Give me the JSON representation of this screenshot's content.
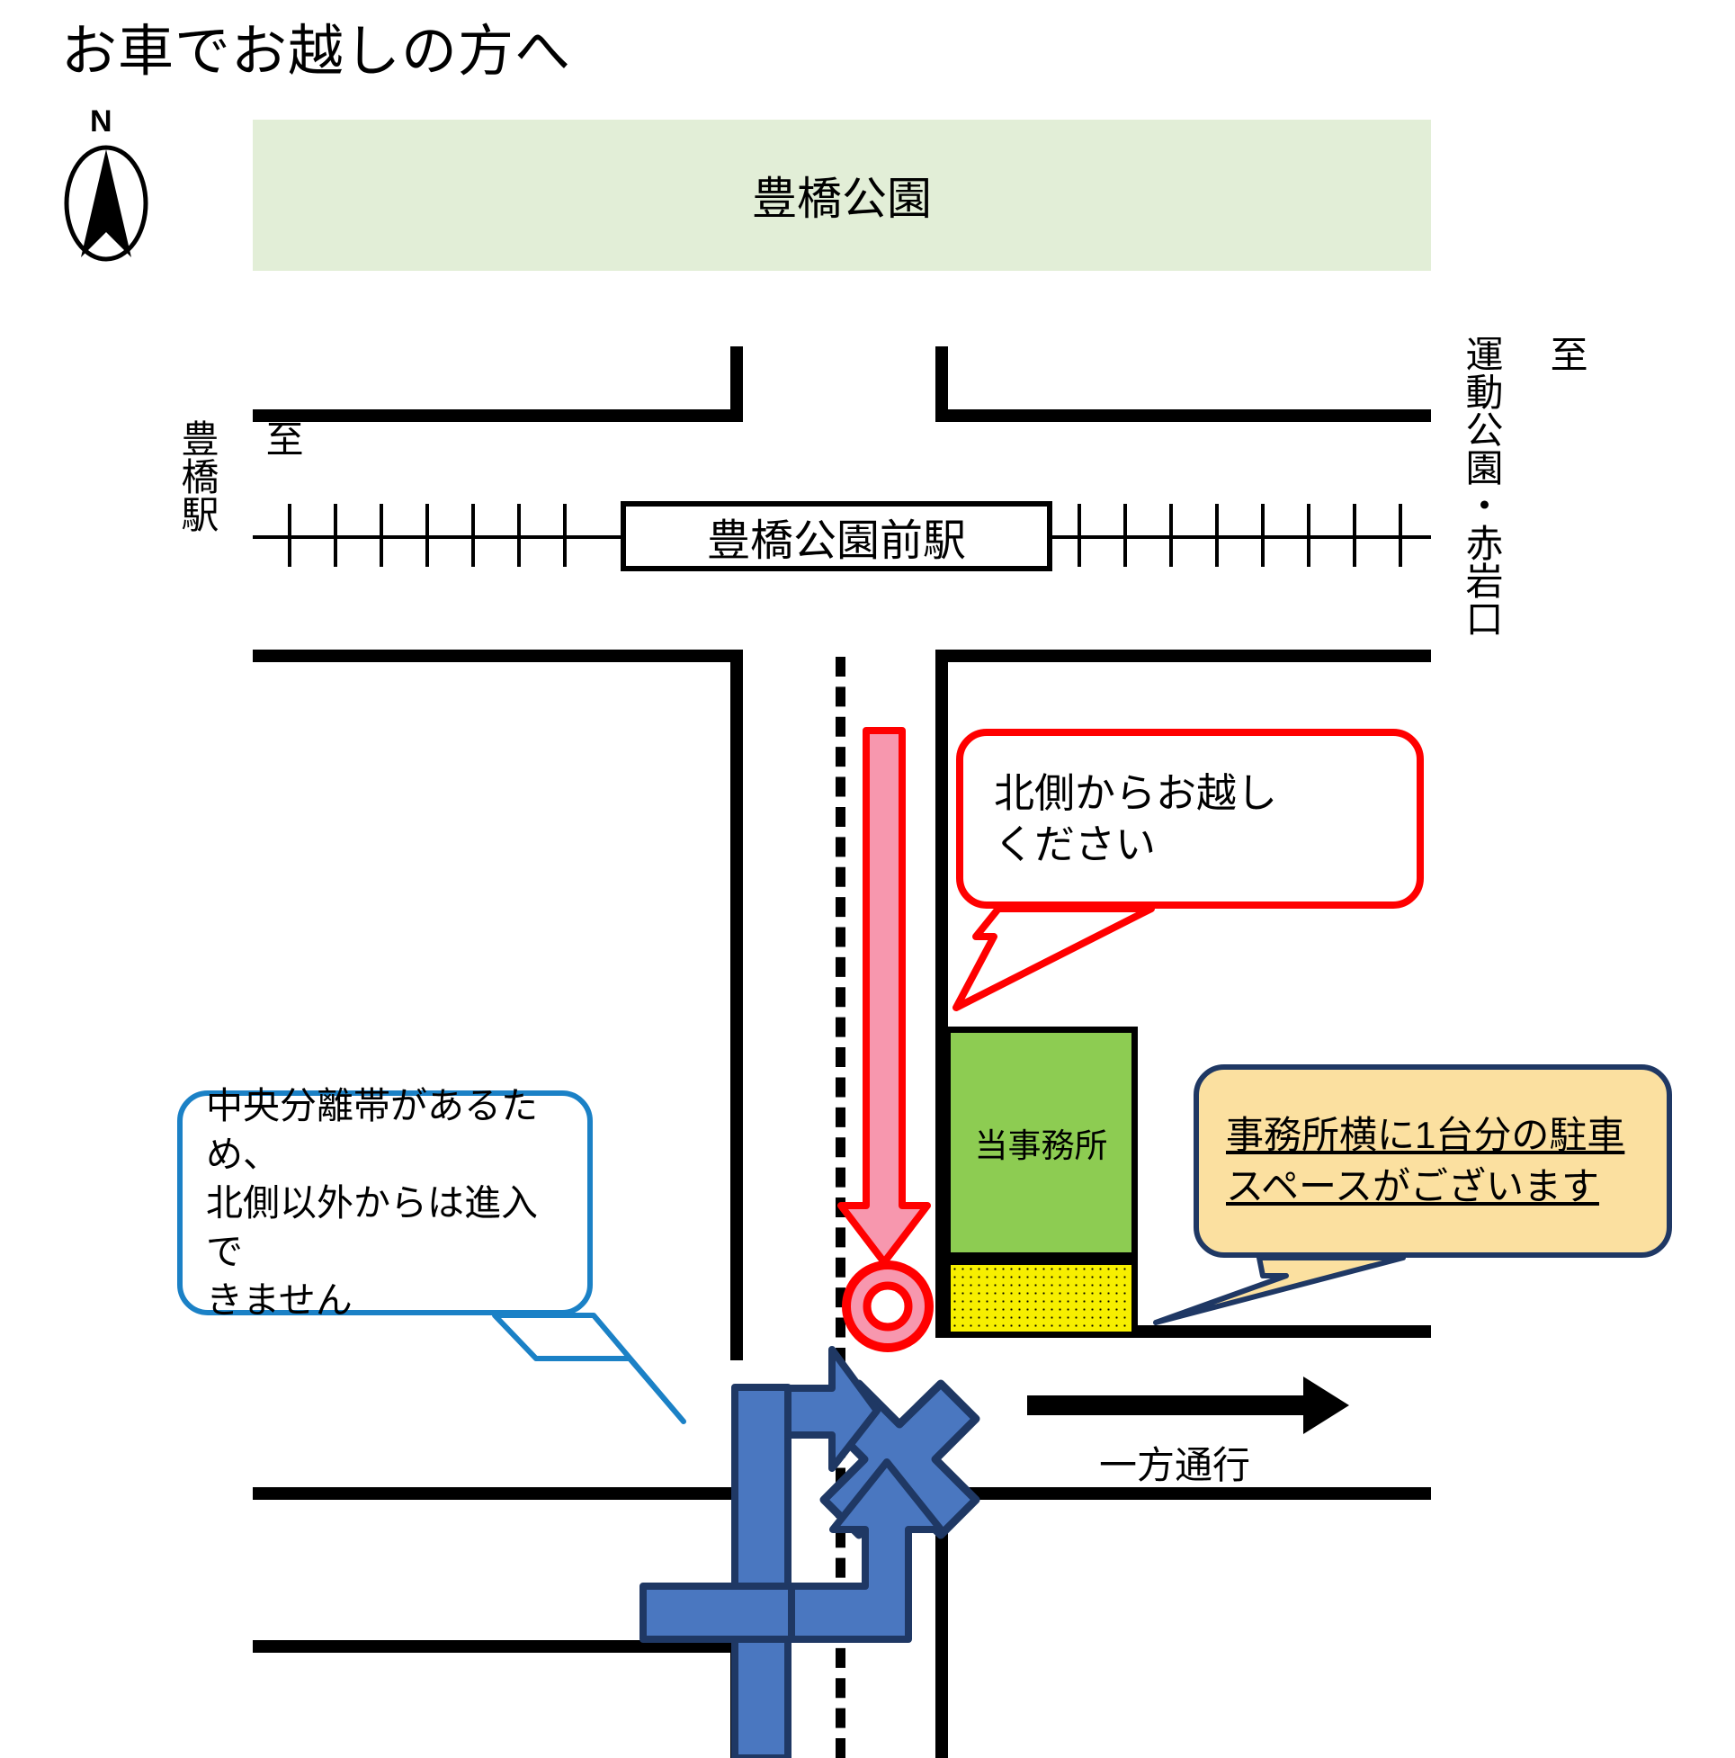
{
  "title": "お車でお越しの方へ",
  "compass": {
    "north_letter": "N",
    "icon": "compass-north-arrow-icon"
  },
  "park": {
    "name": "豊橋公園",
    "fill": "#e2eed7"
  },
  "station": {
    "name": "豊橋公園前駅"
  },
  "directions": {
    "left": "至\n\n豊橋駅",
    "right": "至\n\n運動公園・赤岩口"
  },
  "buildings": {
    "office": {
      "label": "当事務所",
      "fill": "#8dcc52"
    },
    "parking": {
      "label": "",
      "fill": "#f7ef00"
    }
  },
  "callouts": {
    "north_entry": {
      "line1": "北側からお越し",
      "line2": "ください",
      "border_color": "#ff0000",
      "fill": "#ffffff"
    },
    "median_warning": {
      "line1": "中央分離帯があるため、",
      "line2": "北側以外からは進入で",
      "line3": "きません",
      "border_color": "#1b81c6",
      "fill": "#ffffff"
    },
    "parking_note": {
      "line1": "事務所横に1台分の駐車",
      "line2": "スペースがございます",
      "border_color": "#1f3864",
      "fill": "#fbe0a0"
    }
  },
  "markers": {
    "one_way_label": "一方通行",
    "approach_arrow": "pink-down-arrow",
    "destination_marker": "pink-donut-marker",
    "no_entry_mark": "blue-x-mark",
    "blocked_route": "blue-route-arrows"
  },
  "colors": {
    "park_green": "#e2eed7",
    "office_green": "#8dcc52",
    "parking_yellow": "#f7ef00",
    "red": "#ff0000",
    "pink": "#f797ae",
    "blue": "#4a77c0",
    "navy": "#1f3864",
    "sky_blue": "#1b81c6",
    "orange_fill": "#fbe0a0",
    "road_black": "#000000"
  }
}
